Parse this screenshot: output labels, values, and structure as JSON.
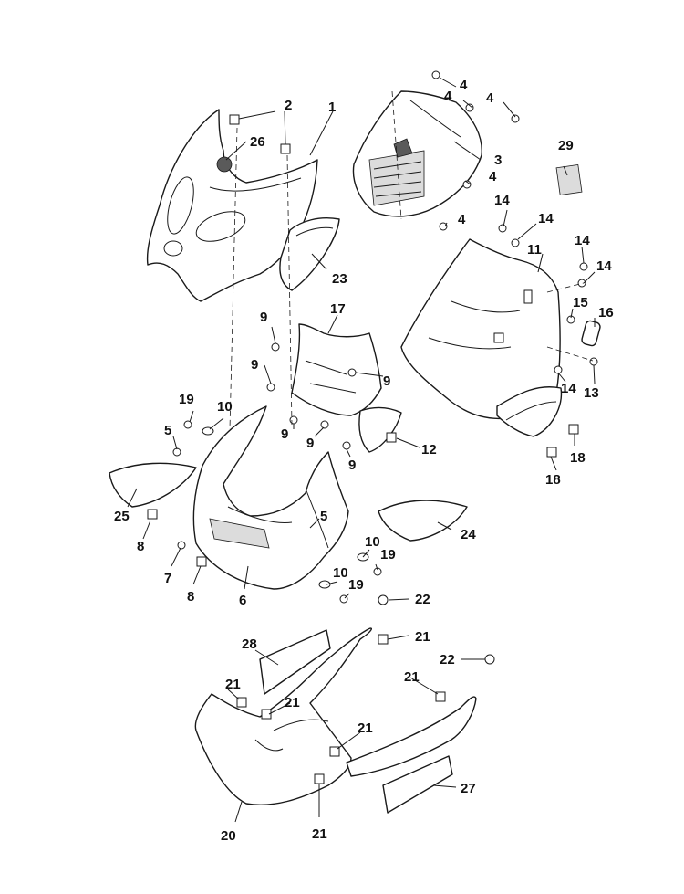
{
  "callouts": [
    "1",
    "2",
    "3",
    "4",
    "4",
    "4",
    "4",
    "4",
    "5",
    "5",
    "6",
    "7",
    "8",
    "8",
    "9",
    "9",
    "9",
    "9",
    "9",
    "9",
    "10",
    "10",
    "10",
    "11",
    "12",
    "13",
    "14",
    "14",
    "14",
    "14",
    "14",
    "15",
    "16",
    "17",
    "18",
    "18",
    "19",
    "19",
    "19",
    "20",
    "21",
    "21",
    "21",
    "21",
    "21",
    "21",
    "22",
    "22",
    "23",
    "24",
    "25",
    "26",
    "27",
    "28",
    "29"
  ]
}
